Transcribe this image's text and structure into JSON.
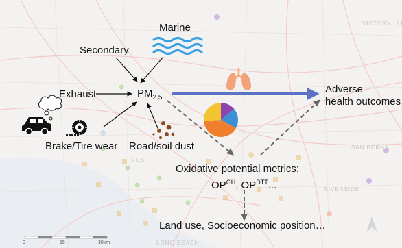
{
  "sources": {
    "marine": "Marine",
    "secondary": "Secondary",
    "exhaust": "Exhaust",
    "brake_tire": "Brake/Tire wear",
    "road_soil": "Road/soil dust"
  },
  "pm": {
    "base": "PM",
    "sub": "2.5"
  },
  "outcome": {
    "line1": "Adverse",
    "line2": "health outcomes"
  },
  "op": {
    "title": "Oxidative potential metrics:",
    "base1": "OP",
    "sup1": "OH",
    "sep": ", ",
    "base2": "OP",
    "sup2": "DTT",
    "tail": "..."
  },
  "covariates": "Land use, Socioeconomic position…",
  "map_labels": {
    "victorville": "VICTORVILLE",
    "san_bernardino": "SAN BERNA",
    "riverside": "RIVERSIDE",
    "long_beach": "LONG BEACH",
    "los_angeles": "LOS"
  },
  "scale_bar": {
    "tick0": "0",
    "tick1": "15",
    "tick2": "30km"
  },
  "pie_chart": {
    "slices": [
      {
        "color": "#8e44ad",
        "value": 0.14
      },
      {
        "color": "#3b8fd4",
        "value": 0.19
      },
      {
        "color": "#f07f2d",
        "value": 0.41
      },
      {
        "color": "#f2c530",
        "value": 0.26
      }
    ]
  },
  "colors": {
    "main_arrow": "#5b73c4",
    "dashed_arrow": "#666666",
    "marine_waves": "#3aa0e6",
    "lungs": "#f2a37a",
    "dust": "#8a4a1d"
  }
}
